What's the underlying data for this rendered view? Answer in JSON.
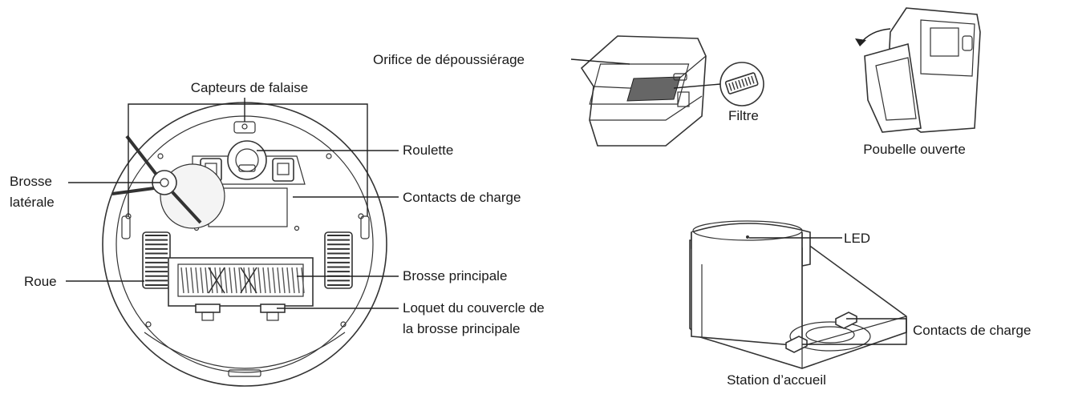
{
  "robot": {
    "labels": {
      "cliff_sensors": "Capteurs de falaise",
      "side_brush_line1": "Brosse",
      "side_brush_line2": "latérale",
      "caster": "Roulette",
      "charging_contacts": "Contacts de charge",
      "wheel": "Roue",
      "main_brush": "Brosse principale",
      "latch_line1": "Loquet du couvercle de",
      "latch_line2": "la brosse principale"
    }
  },
  "dustbin": {
    "labels": {
      "evacuation_port": "Orifice de dépoussiérage",
      "filter": "Filtre",
      "bin_open": "Poubelle ouverte"
    }
  },
  "dock": {
    "labels": {
      "led": "LED",
      "charging_contacts": "Contacts de charge",
      "station": "Station d’accueil"
    }
  }
}
